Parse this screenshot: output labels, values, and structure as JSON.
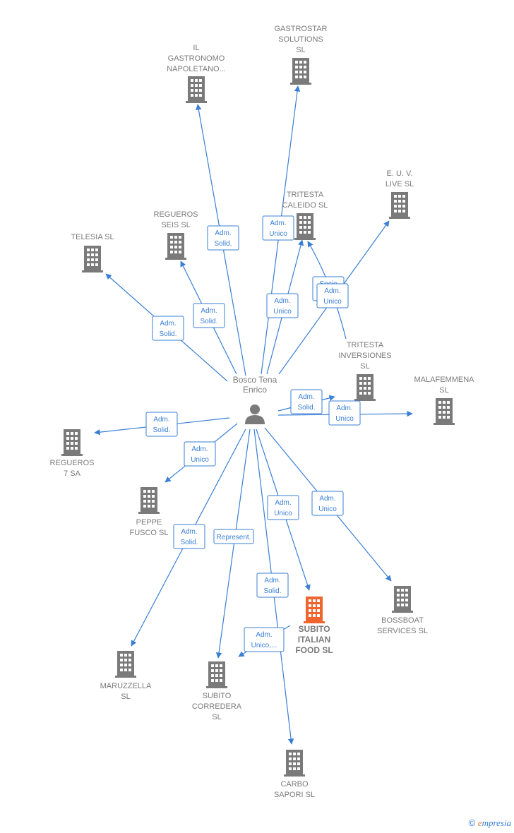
{
  "center": {
    "name": [
      "Bosco Tena",
      "Enrico"
    ],
    "icon": "person-icon"
  },
  "colors": {
    "edge": "#3a7fd5",
    "node": "#7a7a7a",
    "highlight": "#f0642d"
  },
  "nodes": [
    {
      "id": "gastrostar",
      "label": [
        "GASTROSTAR",
        "SOLUTIONS",
        "SL"
      ],
      "icon": "building-icon"
    },
    {
      "id": "il-gastronomo",
      "label": [
        "IL",
        "GASTRONOMO",
        "NAPOLETANO..."
      ],
      "icon": "building-icon"
    },
    {
      "id": "euv-live",
      "label": [
        "E.  U.  V.",
        "LIVE SL"
      ],
      "icon": "building-icon"
    },
    {
      "id": "tritesta-caleido",
      "label": [
        "TRITESTA",
        "CALEIDO  SL"
      ],
      "icon": "building-icon"
    },
    {
      "id": "regueros-seis",
      "label": [
        "REGUEROS",
        "SEIS  SL"
      ],
      "icon": "building-icon"
    },
    {
      "id": "telesia",
      "label": [
        "TELESIA  SL"
      ],
      "icon": "building-icon"
    },
    {
      "id": "tritesta-inversiones",
      "label": [
        "TRITESTA",
        "INVERSIONES",
        "SL"
      ],
      "icon": "building-icon"
    },
    {
      "id": "malafemmena",
      "label": [
        "MALAFEMMENA",
        "SL"
      ],
      "icon": "building-icon"
    },
    {
      "id": "regueros-7",
      "label": [
        "REGUEROS",
        "7 SA"
      ],
      "icon": "building-icon"
    },
    {
      "id": "peppe-fusco",
      "label": [
        "PEPPE",
        "FUSCO  SL"
      ],
      "icon": "building-icon"
    },
    {
      "id": "bossboat",
      "label": [
        "BOSSBOAT",
        "SERVICES  SL"
      ],
      "icon": "building-icon"
    },
    {
      "id": "subito-italian",
      "label": [
        "SUBITO",
        "ITALIAN",
        "FOOD  SL"
      ],
      "icon": "building-icon",
      "highlight": true
    },
    {
      "id": "maruzzella",
      "label": [
        "MARUZZELLA",
        "SL"
      ],
      "icon": "building-icon"
    },
    {
      "id": "subito-corredera",
      "label": [
        "SUBITO",
        "CORREDERA",
        "SL"
      ],
      "icon": "building-icon"
    },
    {
      "id": "carbo-sapori",
      "label": [
        "CARBO",
        "SAPORI  SL"
      ],
      "icon": "building-icon"
    }
  ],
  "relations": [
    {
      "target": "il-gastronomo",
      "label": [
        "Adm.",
        "Solid."
      ]
    },
    {
      "target": "gastrostar",
      "label": [
        "Adm.",
        "Unico"
      ]
    },
    {
      "target": "tritesta-caleido",
      "label": [
        "Adm.",
        "Unico"
      ]
    },
    {
      "target": "euv-live",
      "label": [
        "Socio",
        "Único"
      ]
    },
    {
      "target": "tritesta-caleido",
      "label": [
        "Adm.",
        "Unico"
      ]
    },
    {
      "target": "regueros-seis",
      "label": [
        "Adm.",
        "Solid."
      ]
    },
    {
      "target": "telesia",
      "label": [
        "Adm.",
        "Solid."
      ]
    },
    {
      "target": "tritesta-inversiones",
      "label": [
        "Adm.",
        "Solid."
      ]
    },
    {
      "target": "malafemmena",
      "label": [
        "Adm.",
        "Unico"
      ]
    },
    {
      "target": "regueros-7",
      "label": [
        "Adm.",
        "Solid."
      ]
    },
    {
      "target": "peppe-fusco",
      "label": [
        "Adm.",
        "Unico"
      ]
    },
    {
      "target": "subito-italian",
      "label": [
        "Adm.",
        "Unico"
      ]
    },
    {
      "target": "bossboat",
      "label": [
        "Adm.",
        "Unico"
      ]
    },
    {
      "target": "maruzzella",
      "label": [
        "Adm.",
        "Solid."
      ]
    },
    {
      "target": "subito-corredera",
      "label": [
        "Represent."
      ]
    },
    {
      "target": "carbo-sapori",
      "label": [
        "Adm.",
        "Solid."
      ]
    },
    {
      "target": "subito-corredera",
      "label": [
        "Adm.",
        "Unico,..."
      ]
    }
  ],
  "footer": {
    "copyright": "©",
    "brand_initial": "e",
    "brand_rest": "mpresia"
  }
}
